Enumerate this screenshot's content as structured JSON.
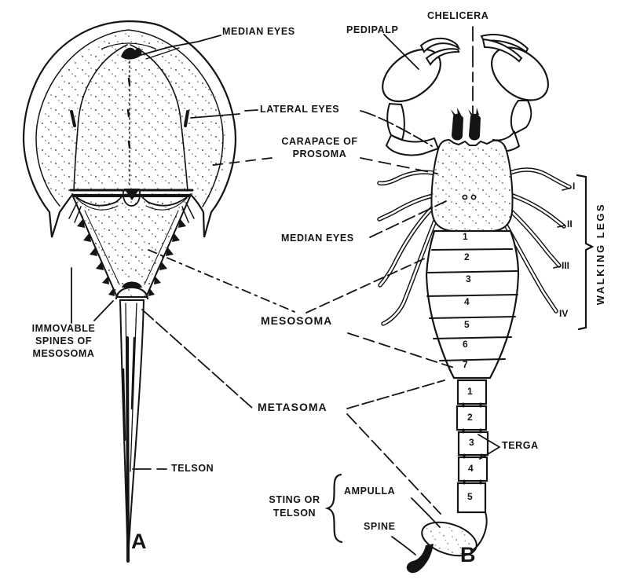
{
  "figure": {
    "background": "#ffffff",
    "ink": "#141414",
    "panels": {
      "a": "A",
      "b": "B"
    },
    "labels": {
      "median_eyes_a": "MEDIAN EYES",
      "chelicera": "CHELICERA",
      "pedipalp": "PEDIPALP",
      "lateral_eyes": "LATERAL EYES",
      "carapace_line1": "CARAPACE OF",
      "carapace_line2": "PROSOMA",
      "median_eyes_b": "MEDIAN EYES",
      "mesosoma": "MESOSOMA",
      "metasoma": "METASOMA",
      "immovable_line1": "IMMOVABLE",
      "immovable_line2": "SPINES OF",
      "immovable_line3": "MESOSOMA",
      "telson": "TELSON",
      "walking_legs": "WALKING LEGS",
      "terga": "TERGA",
      "sting_line1": "STING OR",
      "sting_line2": "TELSON",
      "ampulla": "AMPULLA",
      "spine": "SPINE"
    },
    "walking_leg_numerals": [
      "I",
      "II",
      "III",
      "IV"
    ],
    "mesosoma_segments": [
      "1",
      "2",
      "3",
      "4",
      "5",
      "6",
      "7"
    ],
    "metasoma_segments": [
      "1",
      "2",
      "3",
      "4",
      "5"
    ]
  }
}
